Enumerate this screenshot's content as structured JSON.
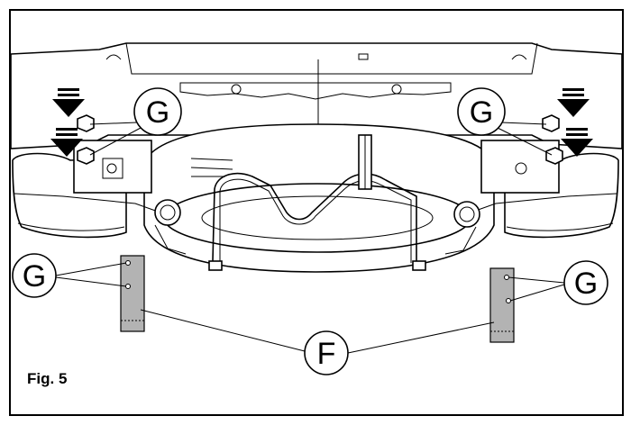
{
  "figure": {
    "label": "Fig. 5",
    "callouts": {
      "g_top_left": "G",
      "g_top_right": "G",
      "g_bottom_left": "G",
      "g_bottom_right": "G",
      "f_bottom": "F"
    }
  },
  "colors": {
    "line": "#000000",
    "background": "#ffffff",
    "plate_fill": "#b3b3b3"
  }
}
